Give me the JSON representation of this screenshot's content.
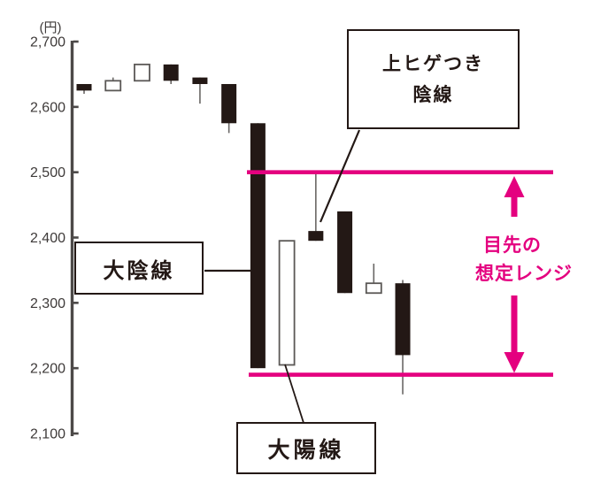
{
  "colors": {
    "accent_pink": "#e4007f",
    "candle_black": "#231815",
    "candle_white_fill": "#ffffff",
    "candle_outline_gray": "#5b5856",
    "wick_gray": "#6a6765",
    "axis_gray": "#4c4948",
    "tick_text_gray": "#3e3a39",
    "callout_black": "#231815"
  },
  "y_axis": {
    "unit_label": "(円)",
    "ticks": [
      {
        "label": "2,700",
        "value": 2700
      },
      {
        "label": "2,600",
        "value": 2600
      },
      {
        "label": "2,500",
        "value": 2500
      },
      {
        "label": "2,400",
        "value": 2400
      },
      {
        "label": "2,300",
        "value": 2300
      },
      {
        "label": "2,200",
        "value": 2200
      },
      {
        "label": "2,100",
        "value": 2100
      }
    ]
  },
  "chart_data": {
    "type": "candlestick",
    "title": "",
    "ylabel": "円",
    "ylim": [
      2100,
      2700
    ],
    "grid": false,
    "legend": false,
    "candles": [
      {
        "open": 2635,
        "high": 2635,
        "low": 2620,
        "close": 2625,
        "color": "black"
      },
      {
        "open": 2625,
        "high": 2645,
        "low": 2625,
        "close": 2640,
        "color": "white"
      },
      {
        "open": 2640,
        "high": 2665,
        "low": 2640,
        "close": 2665,
        "color": "white"
      },
      {
        "open": 2665,
        "high": 2665,
        "low": 2635,
        "close": 2640,
        "color": "black"
      },
      {
        "open": 2645,
        "high": 2645,
        "low": 2605,
        "close": 2635,
        "color": "black"
      },
      {
        "open": 2635,
        "high": 2635,
        "low": 2560,
        "close": 2575,
        "color": "black"
      },
      {
        "open": 2575,
        "high": 2575,
        "low": 2200,
        "close": 2200,
        "color": "black",
        "name": "big-bearish-candle"
      },
      {
        "open": 2205,
        "high": 2395,
        "low": 2205,
        "close": 2395,
        "color": "white",
        "name": "big-bullish-candle"
      },
      {
        "open": 2410,
        "high": 2500,
        "low": 2395,
        "close": 2395,
        "color": "black",
        "name": "upper-shadow-bearish-candle"
      },
      {
        "open": 2440,
        "high": 2440,
        "low": 2315,
        "close": 2315,
        "color": "black"
      },
      {
        "open": 2315,
        "high": 2360,
        "low": 2315,
        "close": 2330,
        "color": "white"
      },
      {
        "open": 2330,
        "high": 2335,
        "low": 2160,
        "close": 2220,
        "color": "black"
      }
    ],
    "range_lines": {
      "upper": 2500,
      "lower": 2190
    }
  },
  "annotations": {
    "upper_shadow_label": {
      "line1": "上ヒゲつき",
      "line2": "陰線"
    },
    "big_bearish_label": "大陰線",
    "big_bullish_label": "大陽線",
    "range_label": {
      "line1": "目先の",
      "line2": "想定レンジ"
    }
  }
}
